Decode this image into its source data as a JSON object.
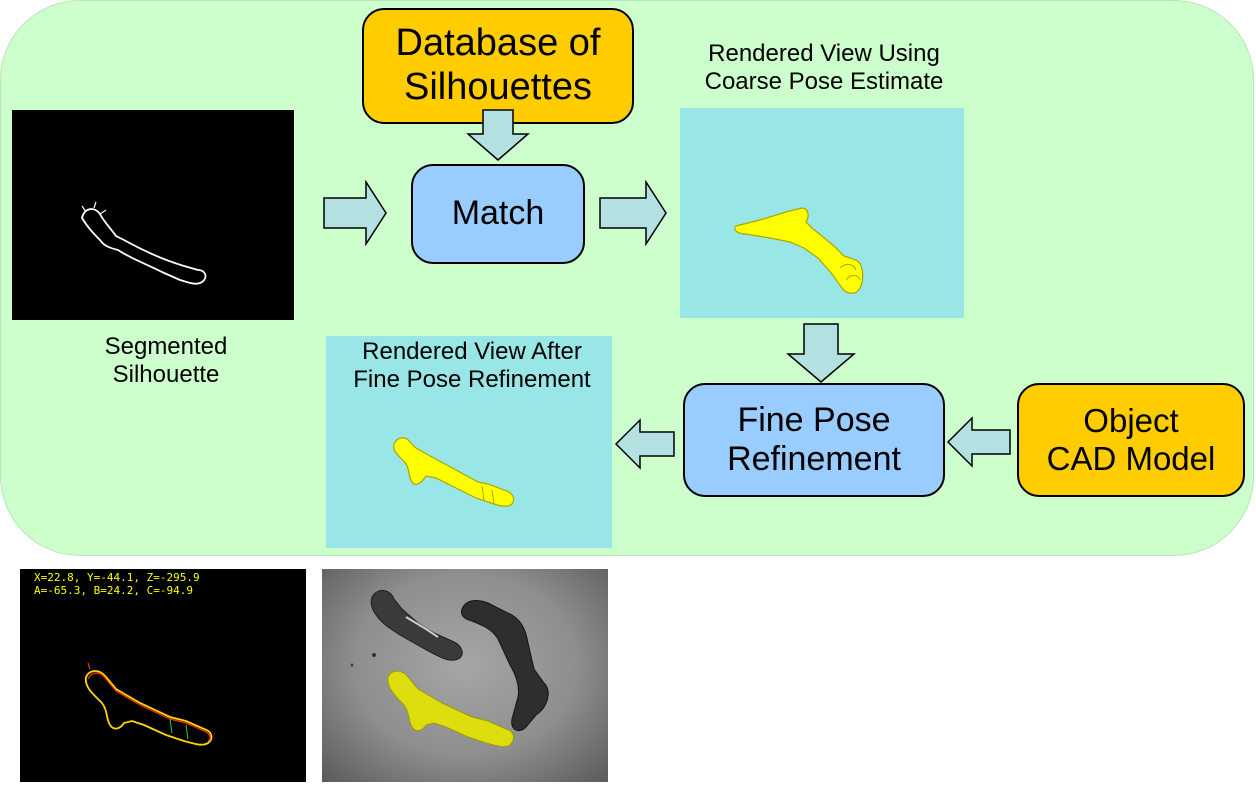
{
  "boxes": {
    "database": [
      "Database of",
      "Silhouettes"
    ],
    "match": "Match",
    "fine_pose": [
      "Fine Pose",
      "Refinement"
    ],
    "cad_model": [
      "Object",
      "CAD Model"
    ]
  },
  "captions": {
    "coarse": [
      "Rendered View Using",
      "Coarse Pose Estimate"
    ],
    "fine": [
      "Rendered View After",
      "Fine Pose Refinement"
    ],
    "segmented": [
      "Segmented",
      "Silhouette"
    ]
  },
  "pose_readout": {
    "line1": "X=22.8, Y=-44.1, Z=-295.9",
    "line2": "A=-65.3, B=24.2, C=-94.9"
  },
  "colors": {
    "panel": "#ccffcc",
    "process_box": "#99ccff",
    "input_box": "#ffcc00",
    "arrow": "#b3e0e0",
    "render_bg": "#99e6e6",
    "part": "#ffff00"
  }
}
